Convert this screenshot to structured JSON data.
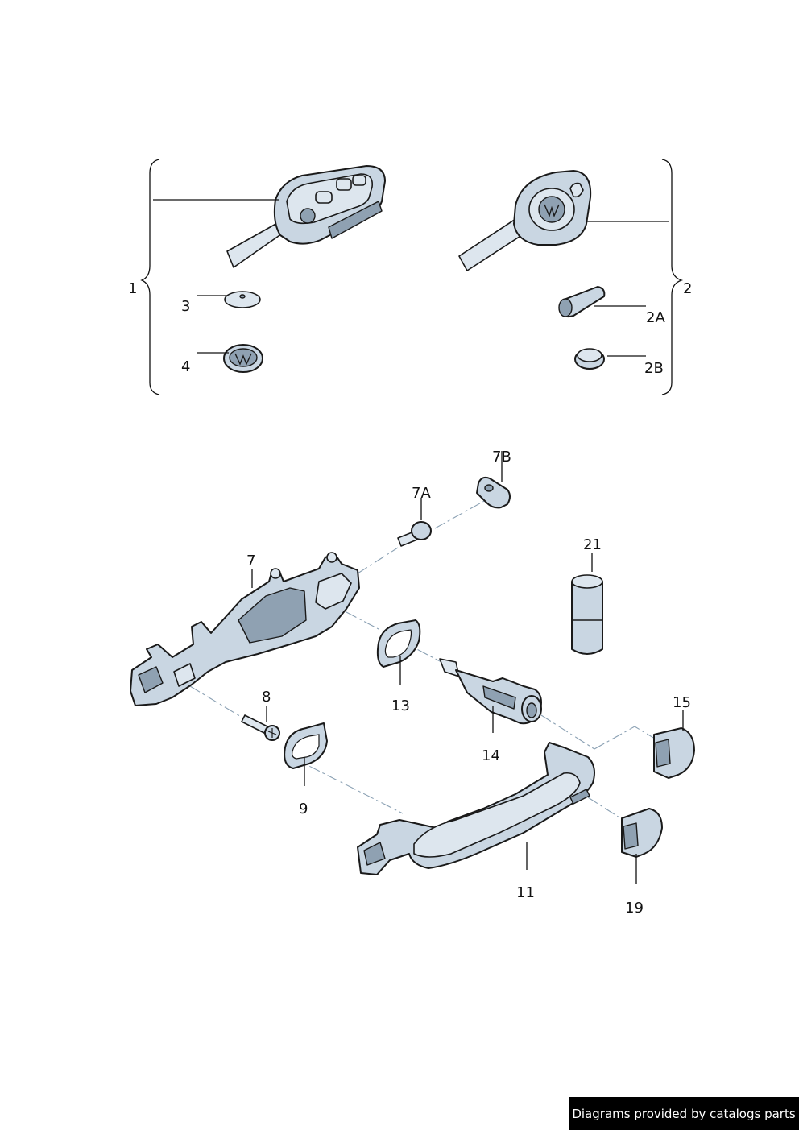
{
  "callouts": {
    "c1": "1",
    "c2": "2",
    "c2A": "2A",
    "c2B": "2B",
    "c3": "3",
    "c4": "4",
    "c7": "7",
    "c7A": "7A",
    "c7B": "7B",
    "c8": "8",
    "c9": "9",
    "c11": "11",
    "c13": "13",
    "c14": "14",
    "c15": "15",
    "c19": "19",
    "c21": "21"
  },
  "footer": {
    "text": "Diagrams provided by catalogs parts",
    "background": "#000000",
    "color": "#ffffff"
  },
  "colors": {
    "part_fill": "#c9d6e2",
    "outline": "#1a1a1a",
    "dash_line": "#8aa0b3"
  }
}
